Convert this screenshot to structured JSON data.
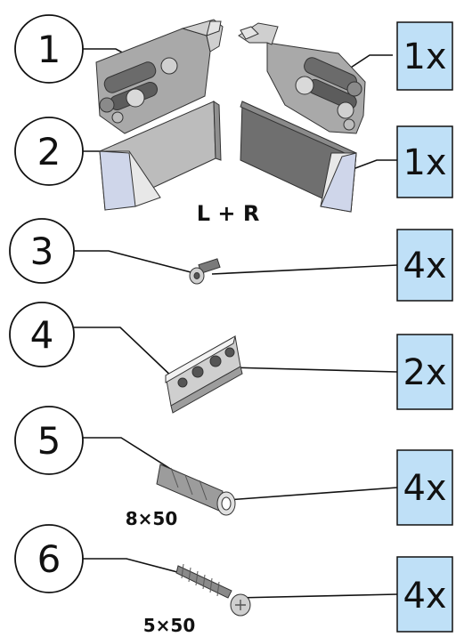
{
  "parts": [
    {
      "number": "1",
      "quantity": "1x",
      "name": "hinge-bracket"
    },
    {
      "number": "2",
      "quantity": "1x",
      "name": "cover-cap"
    },
    {
      "number": "3",
      "quantity": "4x",
      "name": "screw"
    },
    {
      "number": "4",
      "quantity": "2x",
      "name": "mounting-rail"
    },
    {
      "number": "5",
      "quantity": "4x",
      "name": "wall-plug"
    },
    {
      "number": "6",
      "quantity": "4x",
      "name": "wood-screw"
    }
  ],
  "labels": {
    "l_plus_r": "L + R",
    "plug_size": "8×50",
    "screw_size": "5×50"
  },
  "colors": {
    "qty_box_fill": "#bfe0f7",
    "line": "#111111",
    "part_grey": "#9a9a9a"
  }
}
